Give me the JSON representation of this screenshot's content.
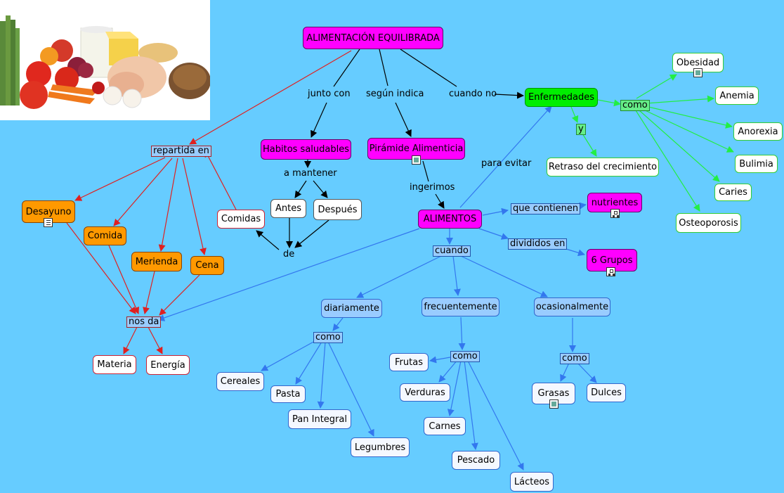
{
  "title": "ALIMENTACIÓN EQUILIBRADA",
  "nodes": {
    "habitos": "Habitos saludables",
    "piramide": "Pirámide Alimenticia",
    "enfermedades": "Enfermedades",
    "alimentos": "ALIMENTOS",
    "nutrientes": "nutrientes",
    "grupos": "6 Grupos",
    "antes": "Antes",
    "despues": "Después",
    "comidas": "Comidas",
    "desayuno": "Desayuno",
    "comida": "Comida",
    "merienda": "Merienda",
    "cena": "Cena",
    "materia": "Materia",
    "energia": "Energía",
    "diariamente": "diariamente",
    "frecuentemente": "frecuentemente",
    "ocasionalmente": "ocasionalmente",
    "cereales": "Cereales",
    "pasta": "Pasta",
    "pan_integral": "Pan Integral",
    "legumbres": "Legumbres",
    "frutas": "Frutas",
    "verduras": "Verduras",
    "carnes": "Carnes",
    "pescado": "Pescado",
    "lacteos": "Lácteos",
    "grasas": "Grasas",
    "dulces": "Dulces",
    "obesidad": "Obesidad",
    "anemia": "Anemia",
    "anorexia": "Anorexia",
    "bulimia": "Bulimia",
    "caries": "Caries",
    "osteoporosis": "Osteoporosis",
    "retraso": "Retraso del crecimiento"
  },
  "links": {
    "junto_con": "junto con",
    "segun_indica": "según indica",
    "cuando_no": "cuando no",
    "repartida_en": "repartida en",
    "a_mantener": "a mantener",
    "de": "de",
    "ingerimos": "ingerimos",
    "para_evitar": "para evitar",
    "como_enf": "como",
    "y": "y",
    "que_contienen": "que contienen",
    "divididos_en": "divididos en",
    "cuando": "cuando",
    "nos_da": "nos da",
    "como_diario": "como",
    "como_frec": "como",
    "como_ocas": "como"
  },
  "colors": {
    "background": "#66ccff",
    "concept_main": "#ff00ff",
    "concept_meal": "#ff9900",
    "concept_disease": "#00ee00",
    "frequency": "#99ccff",
    "arrow_black": "#000000",
    "arrow_red": "#e02020",
    "arrow_blue": "#3377ee",
    "arrow_green": "#22ee44"
  },
  "icons": {
    "photo": "food-photo",
    "piramide": "image-icon",
    "obesidad": "image-icon",
    "grasas": "image-icon",
    "desayuno": "document-icon",
    "nutrientes": "concept-map-icon",
    "grupos": "concept-map-icon"
  }
}
